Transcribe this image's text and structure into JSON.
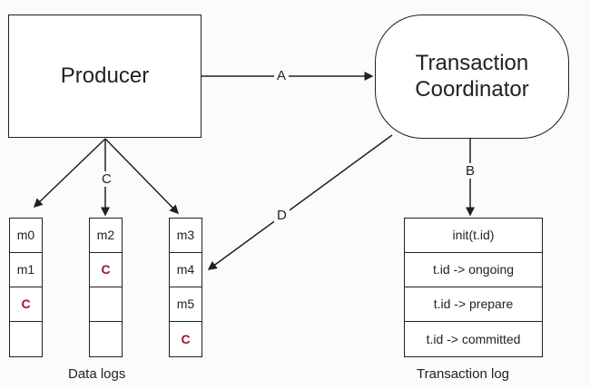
{
  "diagram": {
    "producer_label": "Producer",
    "coordinator_label": "Transaction\nCoordinator",
    "edge_labels": {
      "a": "A",
      "b": "B",
      "c": "C",
      "d": "D"
    },
    "data_logs": {
      "caption": "Data logs",
      "columns": [
        {
          "cells": [
            {
              "text": "m0",
              "kind": "message"
            },
            {
              "text": "m1",
              "kind": "message"
            },
            {
              "text": "C",
              "kind": "commit"
            },
            {
              "text": "",
              "kind": "empty"
            }
          ]
        },
        {
          "cells": [
            {
              "text": "m2",
              "kind": "message"
            },
            {
              "text": "C",
              "kind": "commit"
            },
            {
              "text": "",
              "kind": "empty"
            },
            {
              "text": "",
              "kind": "empty"
            }
          ]
        },
        {
          "cells": [
            {
              "text": "m3",
              "kind": "message"
            },
            {
              "text": "m4",
              "kind": "message"
            },
            {
              "text": "m5",
              "kind": "message"
            },
            {
              "text": "C",
              "kind": "commit"
            }
          ]
        }
      ]
    },
    "transaction_log": {
      "caption": "Transaction log",
      "entries": [
        "init(t.id)",
        "t.id -> ongoing",
        "t.id -> prepare",
        "t.id -> committed"
      ]
    },
    "colors": {
      "stroke": "#202020",
      "commit_marker": "#a3102a",
      "background": "#fbfbfb"
    }
  }
}
